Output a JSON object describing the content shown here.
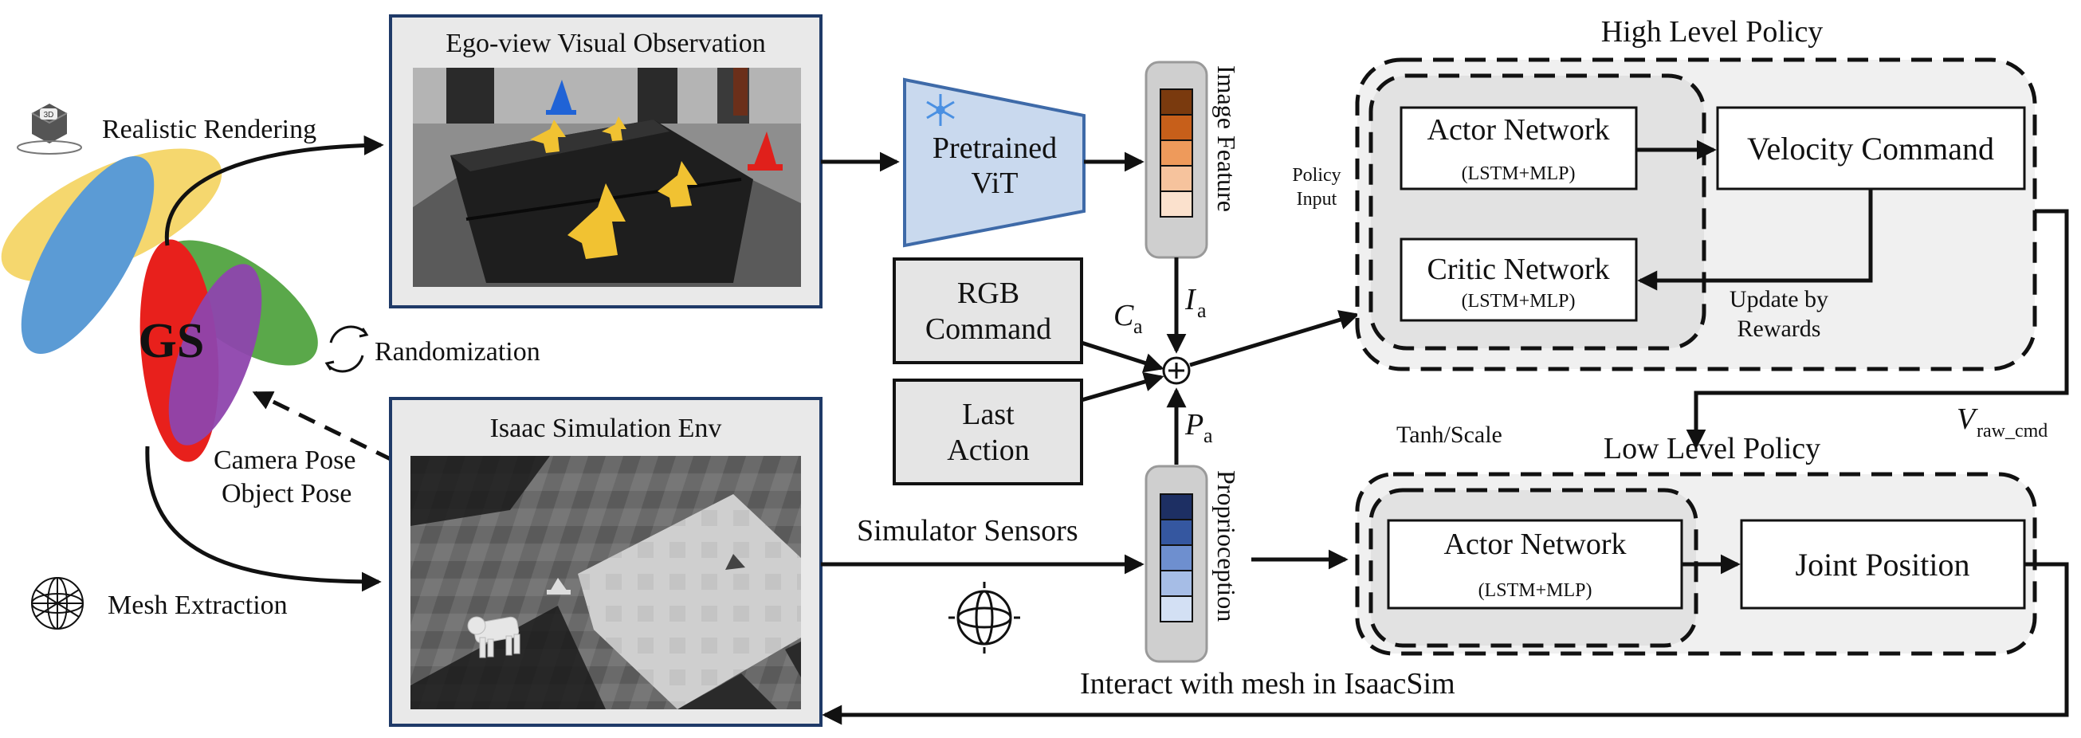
{
  "gs_logo": "GS",
  "labels": {
    "realistic_rendering": "Realistic Rendering",
    "randomization": "Randomization",
    "camera_pose": "Camera Pose",
    "object_pose": "Object Pose",
    "mesh_extraction": "Mesh Extraction",
    "simulator_sensors": "Simulator Sensors",
    "interact_mesh": "Interact with mesh in IsaacSim",
    "tanh_scale": "Tanh/Scale",
    "policy_input_1": "Policy",
    "policy_input_2": "Input",
    "update_rewards_1": "Update by",
    "update_rewards_2": "Rewards"
  },
  "panels": {
    "ego_view_title": "Ego-view Visual Observation",
    "isaac_title": "Isaac Simulation Env"
  },
  "boxes": {
    "vit_line1": "Pretrained",
    "vit_line2": "ViT",
    "rgb_line1": "RGB",
    "rgb_line2": "Command",
    "last_line1": "Last",
    "last_line2": "Action",
    "image_feature": "Image Feature",
    "proprioception": "Proprioception"
  },
  "symbols": {
    "ia_main": "I",
    "ia_sub": "a",
    "ca_main": "C",
    "ca_sub": "a",
    "pa_main": "P",
    "pa_sub": "a",
    "v_main": "V",
    "v_sub": "raw_cmd"
  },
  "high_level": {
    "title": "High Level Policy",
    "actor": "Actor Network",
    "actor_sub": "(LSTM+MLP)",
    "critic": "Critic Network",
    "critic_sub": "(LSTM+MLP)",
    "velocity": "Velocity Command"
  },
  "low_level": {
    "title": "Low Level Policy",
    "actor": "Actor Network",
    "actor_sub": "(LSTM+MLP)",
    "joint": "Joint Position"
  },
  "colors": {
    "gs_yellow": "#f5d76e",
    "gs_blue": "#5b9bd5",
    "gs_green": "#5aa84a",
    "gs_red": "#e8201c",
    "gs_purple": "#8e44ad",
    "vit_fill": "#c9d9ee",
    "vit_stroke": "#3e6aa8",
    "image_feature_cells": [
      "#7a3a0e",
      "#c75f1a",
      "#ee9a5b",
      "#f6c39d",
      "#fbe1cd"
    ],
    "proprio_cells": [
      "#1d2f63",
      "#3557a0",
      "#6e8fcf",
      "#a6bde6",
      "#d3e0f4"
    ]
  }
}
